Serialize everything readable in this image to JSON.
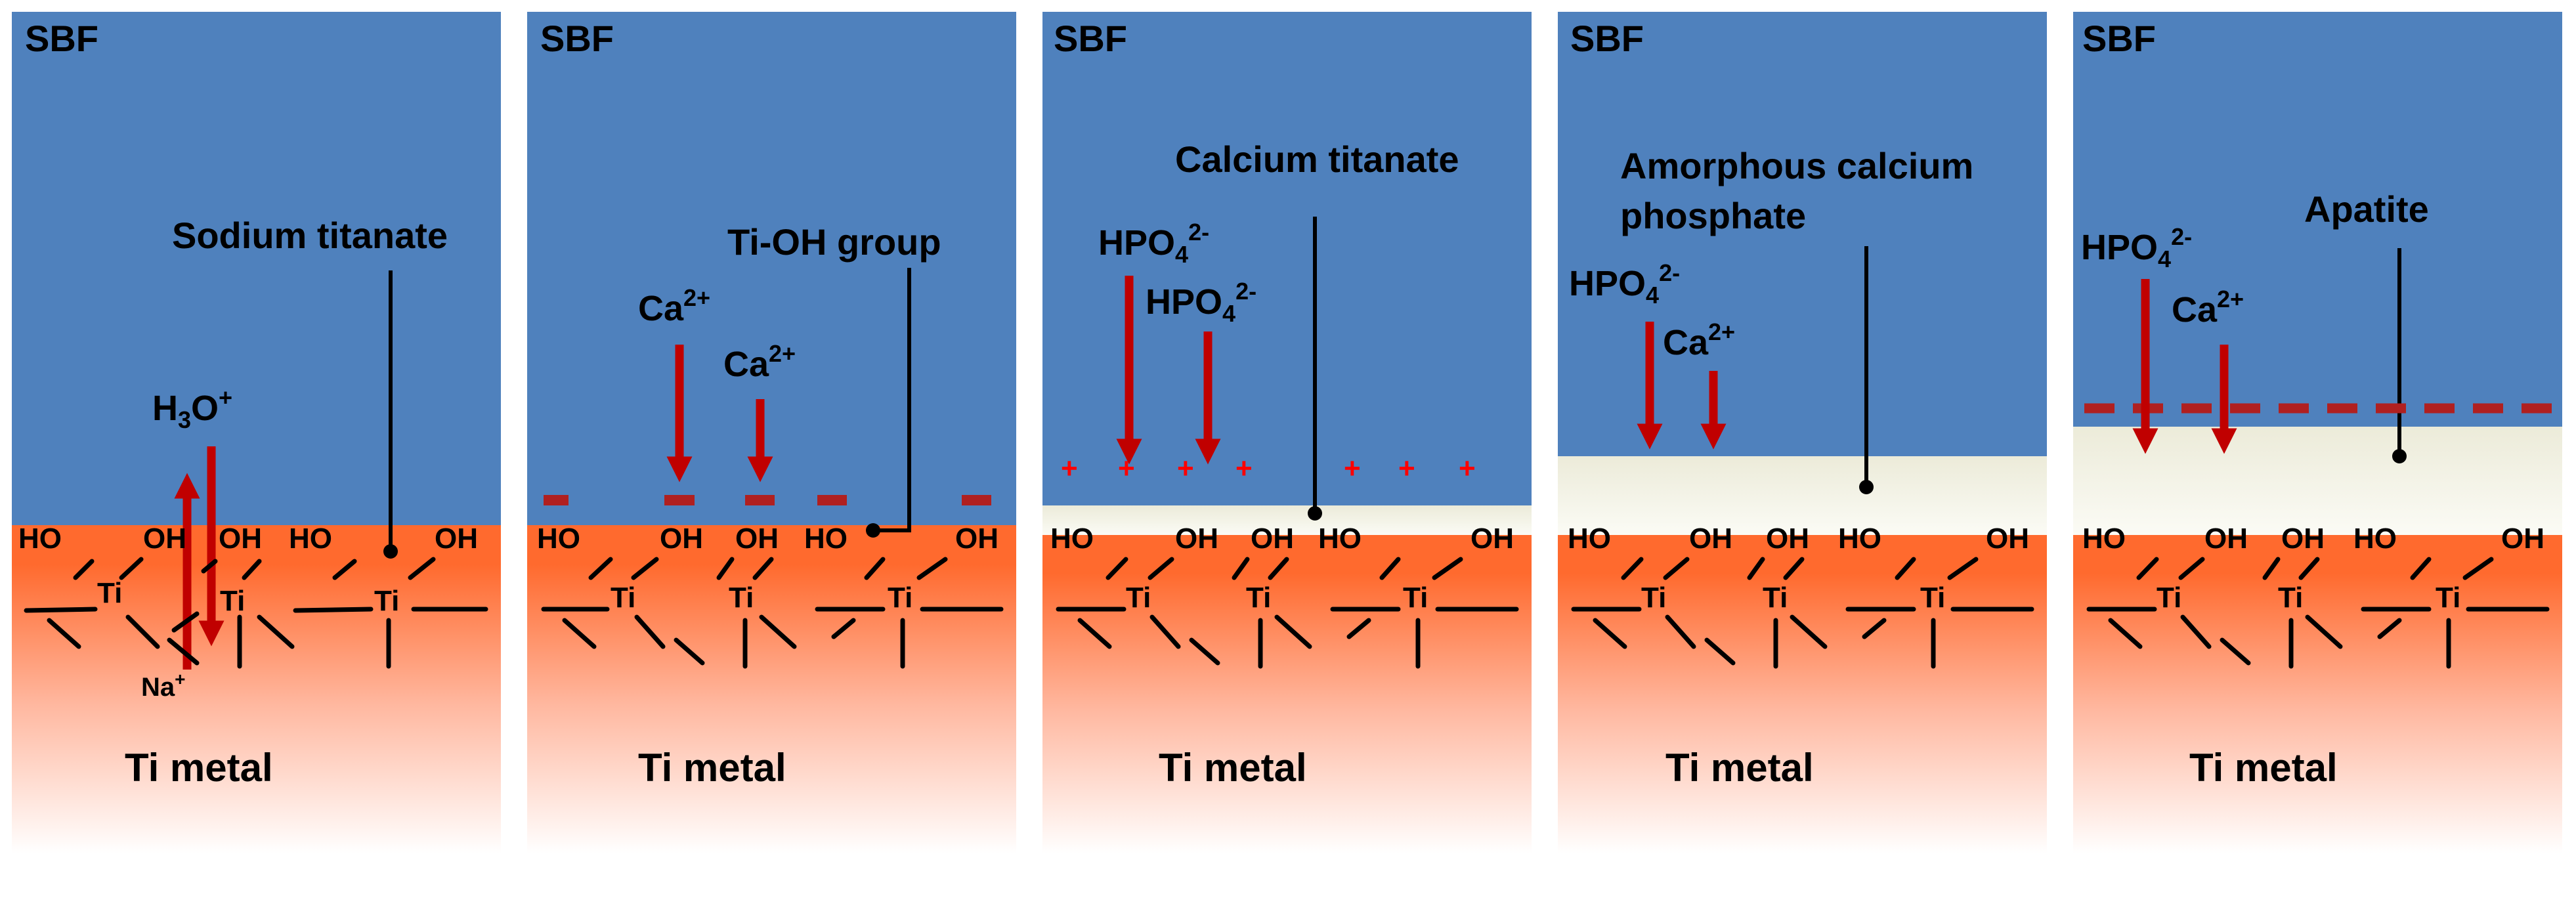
{
  "colors": {
    "sbf_blue": "#4f81bd",
    "metal_orange": "#ff6a2e",
    "film_white": "#f2f1e4",
    "arrow_red": "#c00000",
    "plus_red": "#ff0000",
    "ion_red": "#b02020"
  },
  "panels": [
    {
      "id": "p1",
      "sbf": "SBF",
      "metal": "Ti metal",
      "annotations": [
        {
          "text": "Sodium titanate"
        }
      ],
      "ions": [
        {
          "base": "H",
          "sub": "3",
          "tail": "O",
          "sup": "+"
        },
        {
          "base": "Na",
          "sup": "+"
        }
      ],
      "groups": {
        "ho": "HO",
        "oh": "OH",
        "ti": "Ti"
      }
    },
    {
      "id": "p2",
      "sbf": "SBF",
      "metal": "Ti metal",
      "annotations": [
        {
          "text": "Ti-OH group"
        }
      ],
      "ions": [
        {
          "base": "Ca",
          "sup": "2+"
        },
        {
          "base": "Ca",
          "sup": "2+"
        }
      ],
      "groups": {
        "ho": "HO",
        "oh": "OH",
        "ti": "Ti"
      }
    },
    {
      "id": "p3",
      "sbf": "SBF",
      "metal": "Ti metal",
      "annotations": [
        {
          "text": "Calcium titanate"
        }
      ],
      "ions": [
        {
          "base": "HPO",
          "sub": "4",
          "sup": "2-"
        },
        {
          "base": "HPO",
          "sub": "4",
          "sup": "2-"
        }
      ],
      "charge": "+",
      "groups": {
        "ho": "HO",
        "oh": "OH",
        "ti": "Ti"
      }
    },
    {
      "id": "p4",
      "sbf": "SBF",
      "metal": "Ti metal",
      "annotations": [
        {
          "text": "Amorphous calcium"
        },
        {
          "text": "phosphate"
        }
      ],
      "ions": [
        {
          "base": "HPO",
          "sub": "4",
          "sup": "2-"
        },
        {
          "base": "Ca",
          "sup": "2+"
        }
      ],
      "groups": {
        "ho": "HO",
        "oh": "OH",
        "ti": "Ti"
      }
    },
    {
      "id": "p5",
      "sbf": "SBF",
      "metal": "Ti metal",
      "annotations": [
        {
          "text": "Apatite"
        }
      ],
      "ions": [
        {
          "base": "HPO",
          "sub": "4",
          "sup": "2-"
        },
        {
          "base": "Ca",
          "sup": "2+"
        }
      ],
      "groups": {
        "ho": "HO",
        "oh": "OH",
        "ti": "Ti"
      }
    }
  ]
}
